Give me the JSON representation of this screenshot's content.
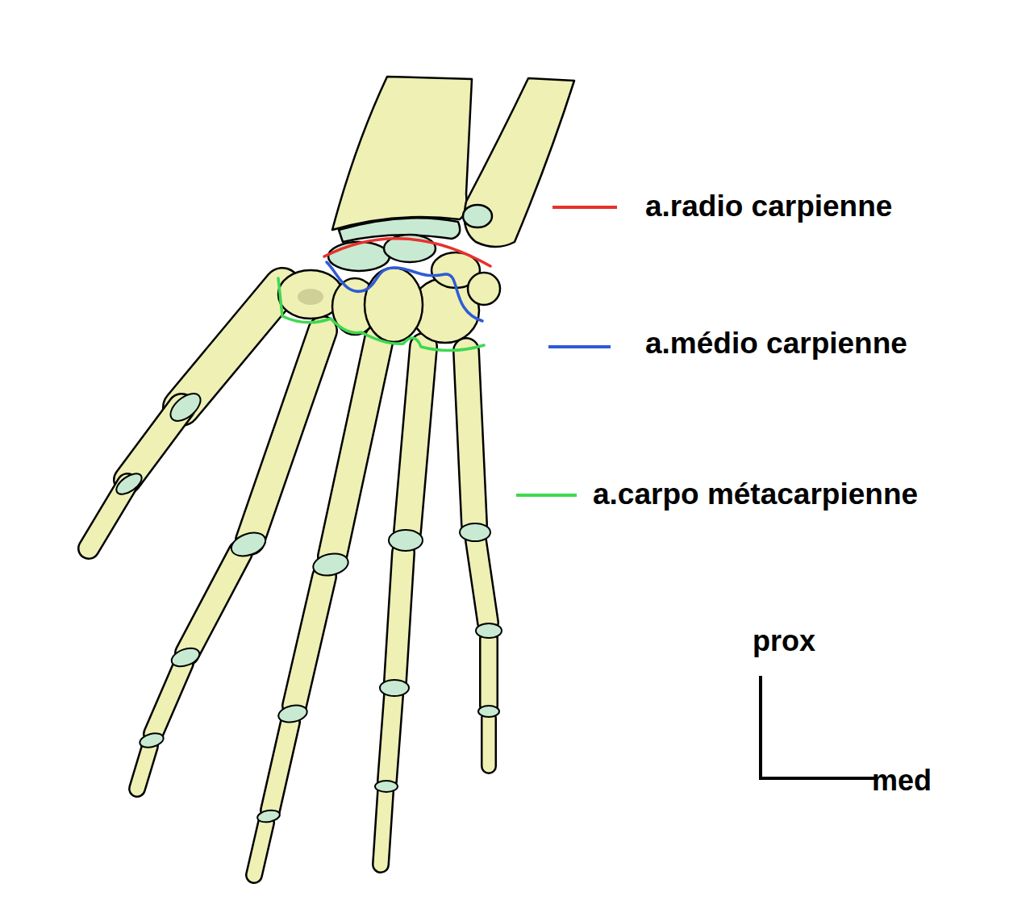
{
  "diagram": {
    "labels": [
      "prox",
      "med"
    ],
    "legend": [
      {
        "text": "a.radio carpienne"
      },
      {
        "text": "a.médio carpienne"
      },
      {
        "text": "a.carpo métacarpienne"
      }
    ]
  }
}
